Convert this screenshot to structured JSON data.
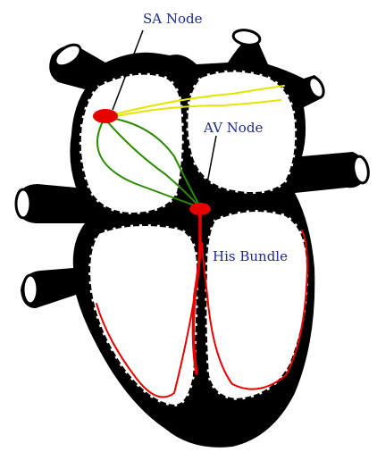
{
  "labels": {
    "sa_node": "SA Node",
    "av_node": "AV Node",
    "his_bundle": "His Bundle"
  },
  "colors": {
    "outline": "#000000",
    "heart_fill": "#ffffff",
    "node_fill": "#e60000",
    "sa_to_left_atrium_path": "#e5e500",
    "internodal_paths": "#2a8a00",
    "bundle_branches": "#e60000",
    "label_text": "#1f2a8c"
  },
  "icons": {
    "sa_node": "red-oval",
    "av_node": "red-oval"
  }
}
